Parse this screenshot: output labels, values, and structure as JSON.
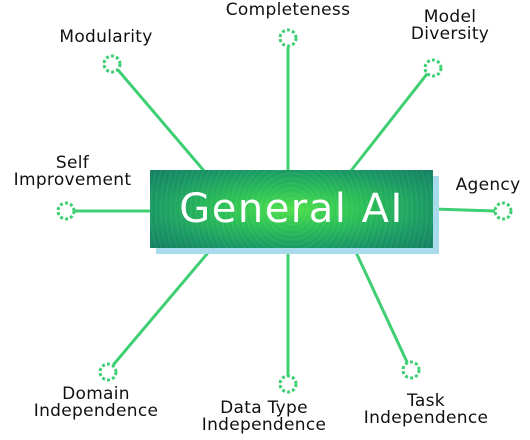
{
  "center": {
    "title": "General AI"
  },
  "labels": {
    "completeness": "Completeness",
    "modularity": "Modularity",
    "model_diversity": "Model\nDiversity",
    "self_improvement": "Self\nImprovement",
    "agency": "Agency",
    "domain_independence": "Domain\nIndependence",
    "data_type_independence": "Data Type\nIndependence",
    "task_independence": "Task\nIndependence"
  },
  "colors": {
    "spoke": "#3ecf72",
    "center_dark": "#157f62",
    "center_light": "#4fe04a",
    "center_shadow": "#a8dcec",
    "center_text": "#ffffff"
  }
}
